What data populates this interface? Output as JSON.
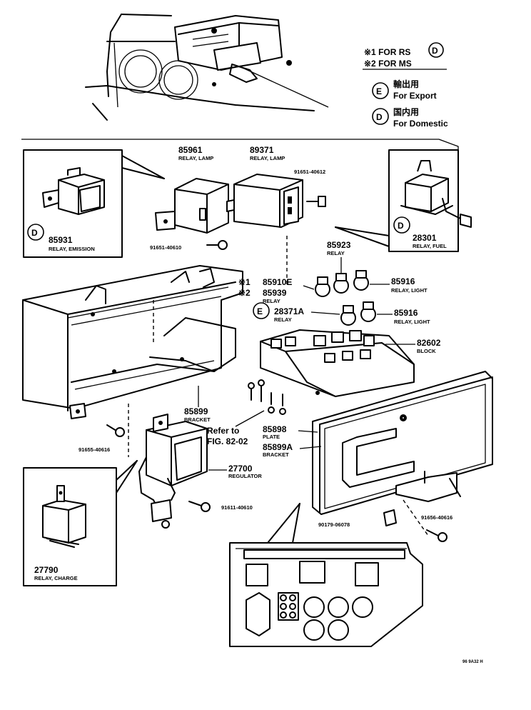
{
  "legend": {
    "note1": "※1 FOR RS",
    "note2": "※2 FOR MS",
    "note1_circle": "D",
    "export_circle": "E",
    "export_jp": "輸出用",
    "export_label": "For Export",
    "domestic_circle": "D",
    "domestic_jp": "国内用",
    "domestic_label": "For Domestic"
  },
  "parts": {
    "p85961": {
      "number": "85961",
      "name": "RELAY, LAMP"
    },
    "p89371": {
      "number": "89371",
      "name": "RELAY, LAMP"
    },
    "p85931": {
      "number": "85931",
      "name": "RELAY, EMISSION",
      "circle": "D"
    },
    "p28301": {
      "number": "28301",
      "name": "RELAY, FUEL",
      "circle": "D"
    },
    "p85923": {
      "number": "85923",
      "name": "RELAY"
    },
    "p85916a": {
      "number": "85916",
      "name": "RELAY, LIGHT"
    },
    "p85910e": {
      "mark": "※1",
      "number": "85910E"
    },
    "p85939": {
      "mark": "※2",
      "number": "85939",
      "name": "RELAY"
    },
    "p28371a": {
      "circle": "E",
      "number": "28371A",
      "name": "RELAY"
    },
    "p85916b": {
      "number": "85916",
      "name": "RELAY, LIGHT"
    },
    "p82602": {
      "number": "82602",
      "name": "BLOCK"
    },
    "p85899": {
      "number": "85899",
      "name": "BRACKET"
    },
    "p85898": {
      "number": "85898",
      "name": "PLATE"
    },
    "p85899a": {
      "number": "85899A",
      "name": "BRACKET"
    },
    "p27700": {
      "number": "27700",
      "name": "REGULATOR"
    },
    "p27790": {
      "number": "27790",
      "name": "RELAY, CHARGE"
    }
  },
  "fasteners": {
    "f1": "91651-40612",
    "f2": "91651-40610",
    "f3": "91655-40616",
    "f4": "91611-40610",
    "f5": "90179-06078",
    "f6": "91656-40616"
  },
  "reference": {
    "line1": "Refer to",
    "line2": "FIG. 82-02"
  },
  "footer_code": "96 9A32 H"
}
